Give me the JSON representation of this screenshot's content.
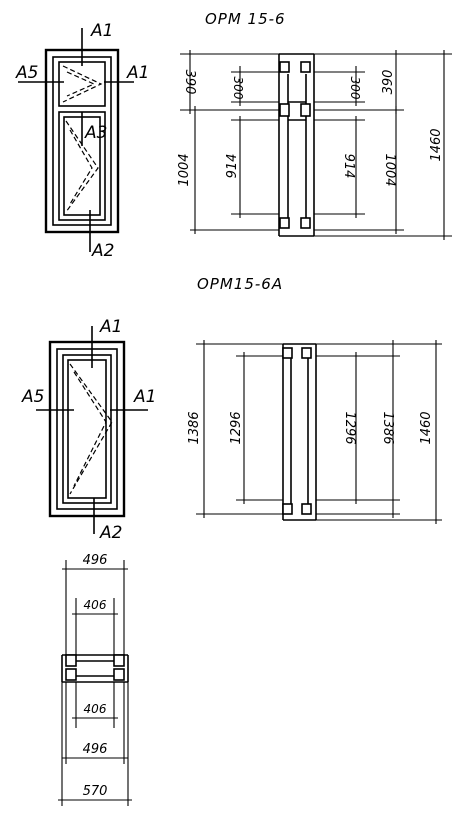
{
  "top_title": "ОРМ 15-6",
  "mid_title": "ОРМ15-6А",
  "marks": {
    "a1": "A1",
    "a2": "A2",
    "a3": "A3",
    "a5": "A5"
  },
  "dims": {
    "d390": "390",
    "d300": "300",
    "d1004": "1004",
    "d914": "914",
    "d1460": "1460",
    "d1386": "1386",
    "d1296": "1296",
    "d496": "496",
    "d406": "406",
    "d570": "570"
  }
}
